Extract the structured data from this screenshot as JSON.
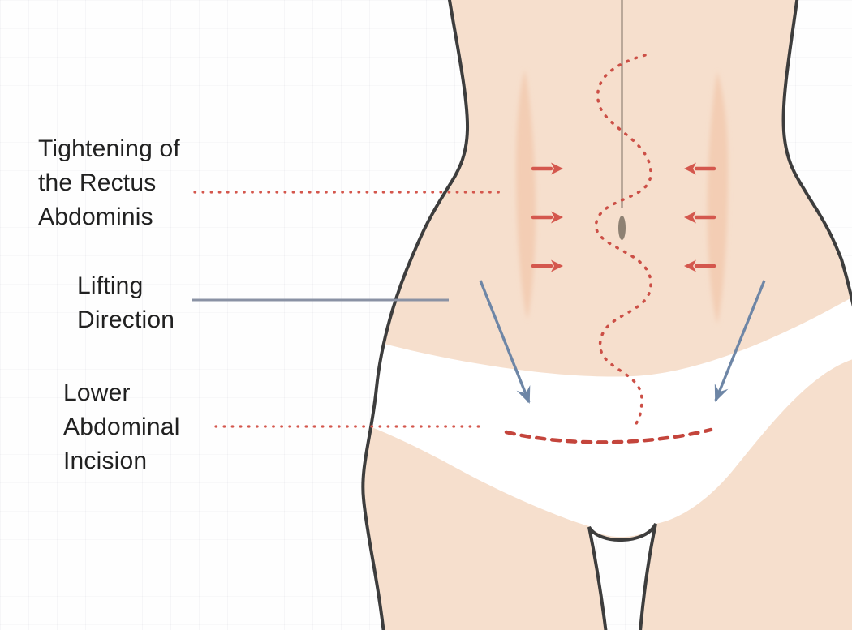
{
  "labels": {
    "tightening": {
      "lines": [
        "Tightening of",
        "the Rectus",
        "Abdominis"
      ]
    },
    "lifting": {
      "lines": [
        "Lifting",
        "Direction"
      ]
    },
    "incision": {
      "lines": [
        "Lower",
        "Abdominal",
        "Incision"
      ]
    }
  },
  "colors": {
    "skin": "#f6dfcd",
    "muscle": "#f3cdb4",
    "outline": "#3d3d3d",
    "underwear": "#ffffff",
    "arrow_red": "#d4574d",
    "suture_red": "#cc4f46",
    "incision_red": "#c4453c",
    "leader_red": "#d4574d",
    "arrow_blue": "#6e86a6",
    "leader_blue": "#8a92a4",
    "midline": "#b4a394",
    "navel": "#8e8173",
    "text": "#212121"
  }
}
